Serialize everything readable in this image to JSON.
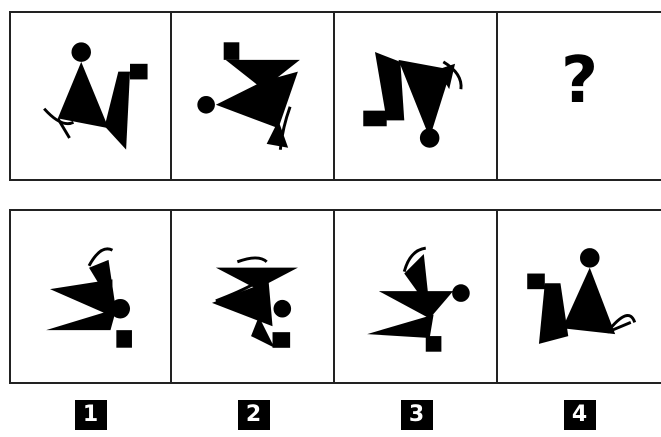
{
  "question_row": {
    "missing_symbol": "?"
  },
  "answer_row": {
    "labels": [
      "1",
      "2",
      "3",
      "4"
    ]
  },
  "colors": {
    "figure": "#000000",
    "border": "#222222",
    "background": "#ffffff"
  }
}
